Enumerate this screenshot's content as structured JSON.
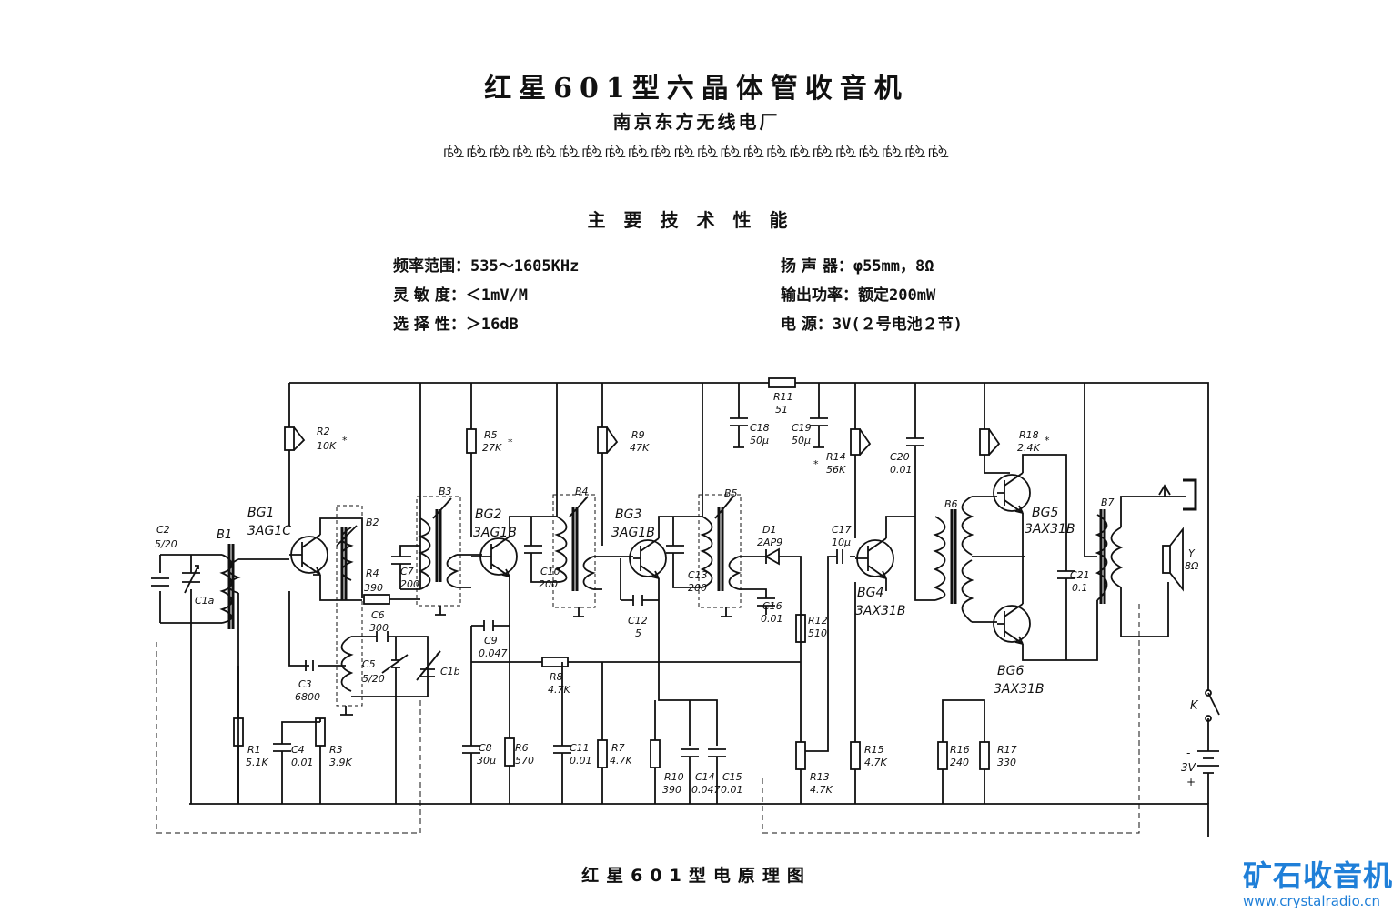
{
  "header": {
    "title": "红星601型六晶体管收音机",
    "subtitle": "南京东方无线电厂",
    "ornament": "௺௺௺௺௺௺௺௺௺௺௺௺௺௺௺௺௺௺௺௺௺௺"
  },
  "specs": {
    "heading": "主要技术性能",
    "items": [
      {
        "label": "频率范围：",
        "value": "535～1605KHz"
      },
      {
        "label": "灵 敏 度：",
        "value": "＜1mV/M"
      },
      {
        "label": "选 择 性：",
        "value": "＞16dB"
      },
      {
        "label": "扬 声 器：",
        "value": "φ55mm，8Ω"
      },
      {
        "label": "输出功率：",
        "value": "额定200mW"
      },
      {
        "label": "电    源：",
        "value": "3V(２号电池２节)"
      }
    ]
  },
  "schematic": {
    "labels": {
      "C2": "C2",
      "C2v": "5/20",
      "B1": "B1",
      "C1a": "C1a",
      "BG1": "BG1",
      "BG1t": "3AG1C",
      "R2": "R2",
      "R2v": "10K",
      "B2": "B2",
      "R4": "R4",
      "R4v": "390",
      "C6": "C6",
      "C6v": "300",
      "C5": "C5",
      "C5v": "5/20",
      "C1b": "C1b",
      "C3": "C3",
      "C3v": "6800",
      "R1": "R1",
      "R1v": "5.1K",
      "C4": "C4",
      "C4v": "0.01",
      "R3": "R3",
      "R3v": "3.9K",
      "B3": "B3",
      "C7": "C7",
      "C7v": "200",
      "BG2": "BG2",
      "BG2t": "3AG1B",
      "R5": "R5",
      "R5v": "27K",
      "C9": "C9",
      "C9v": "0.047",
      "C8": "C8",
      "C8v": "30μ",
      "R6": "R6",
      "R6v": "570",
      "B4": "B4",
      "C10": "C10",
      "C10v": "200",
      "C11": "C11",
      "C11v": "0.01",
      "R7": "R7",
      "R7v": "4.7K",
      "R8": "R8",
      "R8v": "4.7K",
      "BG3": "BG3",
      "BG3t": "3AG1B",
      "R9": "R9",
      "R9v": "47K",
      "C12": "C12",
      "C12v": "5",
      "B5": "B5",
      "C13": "C13",
      "C13v": "200",
      "R10": "R10",
      "R10v": "390",
      "C14": "C14",
      "C14v": "0.047",
      "C15": "C15",
      "C15v": "0.01",
      "R11": "R11",
      "R11v": "51",
      "C18": "C18",
      "C18v": "50μ",
      "C19": "C19",
      "C19v": "50μ",
      "D1": "D1",
      "D1t": "2AP9",
      "C16": "C16",
      "C16v": "0.01",
      "R12": "R12",
      "R12v": "510",
      "R13": "R13",
      "R13v": "4.7K",
      "R14": "R14",
      "R14v": "56K",
      "C17": "C17",
      "C17v": "10μ",
      "BG4": "BG4",
      "BG4t": "3AX31B",
      "R15": "R15",
      "R15v": "4.7K",
      "C20": "C20",
      "C20v": "0.01",
      "B6": "B6",
      "R16": "R16",
      "R16v": "240",
      "R17": "R17",
      "R17v": "330",
      "R18": "R18",
      "R18v": "2.4K",
      "BG5": "BG5",
      "BG5t": "3AX31B",
      "BG6": "BG6",
      "BG6t": "3AX31B",
      "C21": "C21",
      "C21v": "0.1",
      "B7": "B7",
      "Y": "Y",
      "Yv": "8Ω",
      "K": "K",
      "bat": "3V",
      "plus": "+",
      "minus": "-",
      "star": "*"
    }
  },
  "caption": "红星601型电原理图",
  "watermark": {
    "brand": "矿石收音机",
    "url": "www.crystalradio.cn"
  }
}
